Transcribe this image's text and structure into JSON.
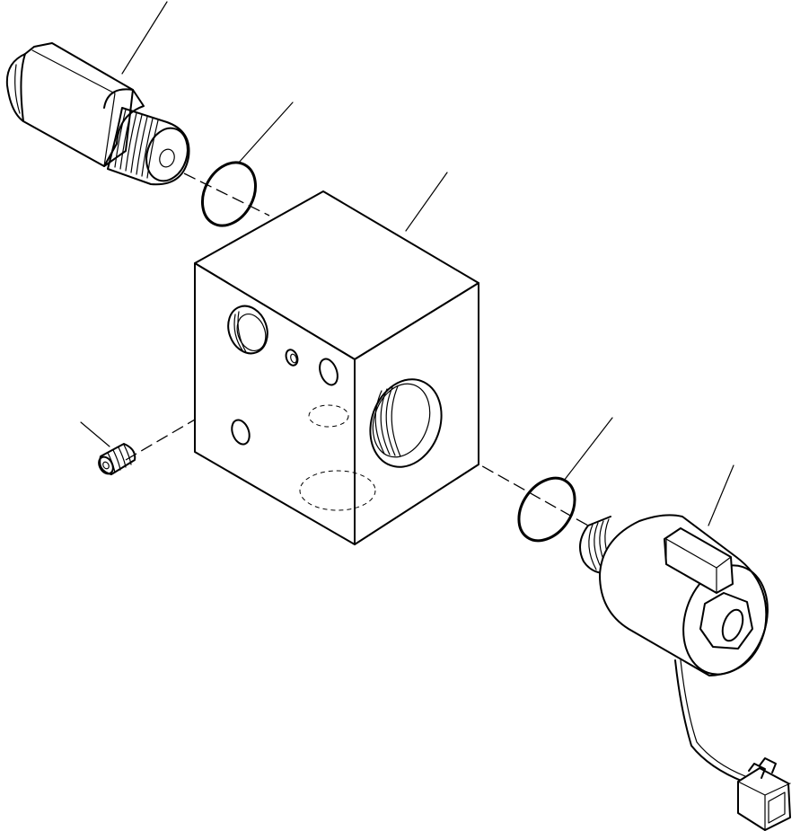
{
  "diagram": {
    "parts": [
      {
        "id": "cartridge-valve",
        "icon": "hex-cartridge-valve"
      },
      {
        "id": "o-ring-upper",
        "icon": "o-ring"
      },
      {
        "id": "valve-block",
        "icon": "manifold-block"
      },
      {
        "id": "plug-screw",
        "icon": "set-screw"
      },
      {
        "id": "o-ring-lower",
        "icon": "o-ring"
      },
      {
        "id": "solenoid-valve",
        "icon": "solenoid-coil-with-connector"
      }
    ],
    "colors": {
      "line": "#000000",
      "background": "#ffffff"
    }
  }
}
